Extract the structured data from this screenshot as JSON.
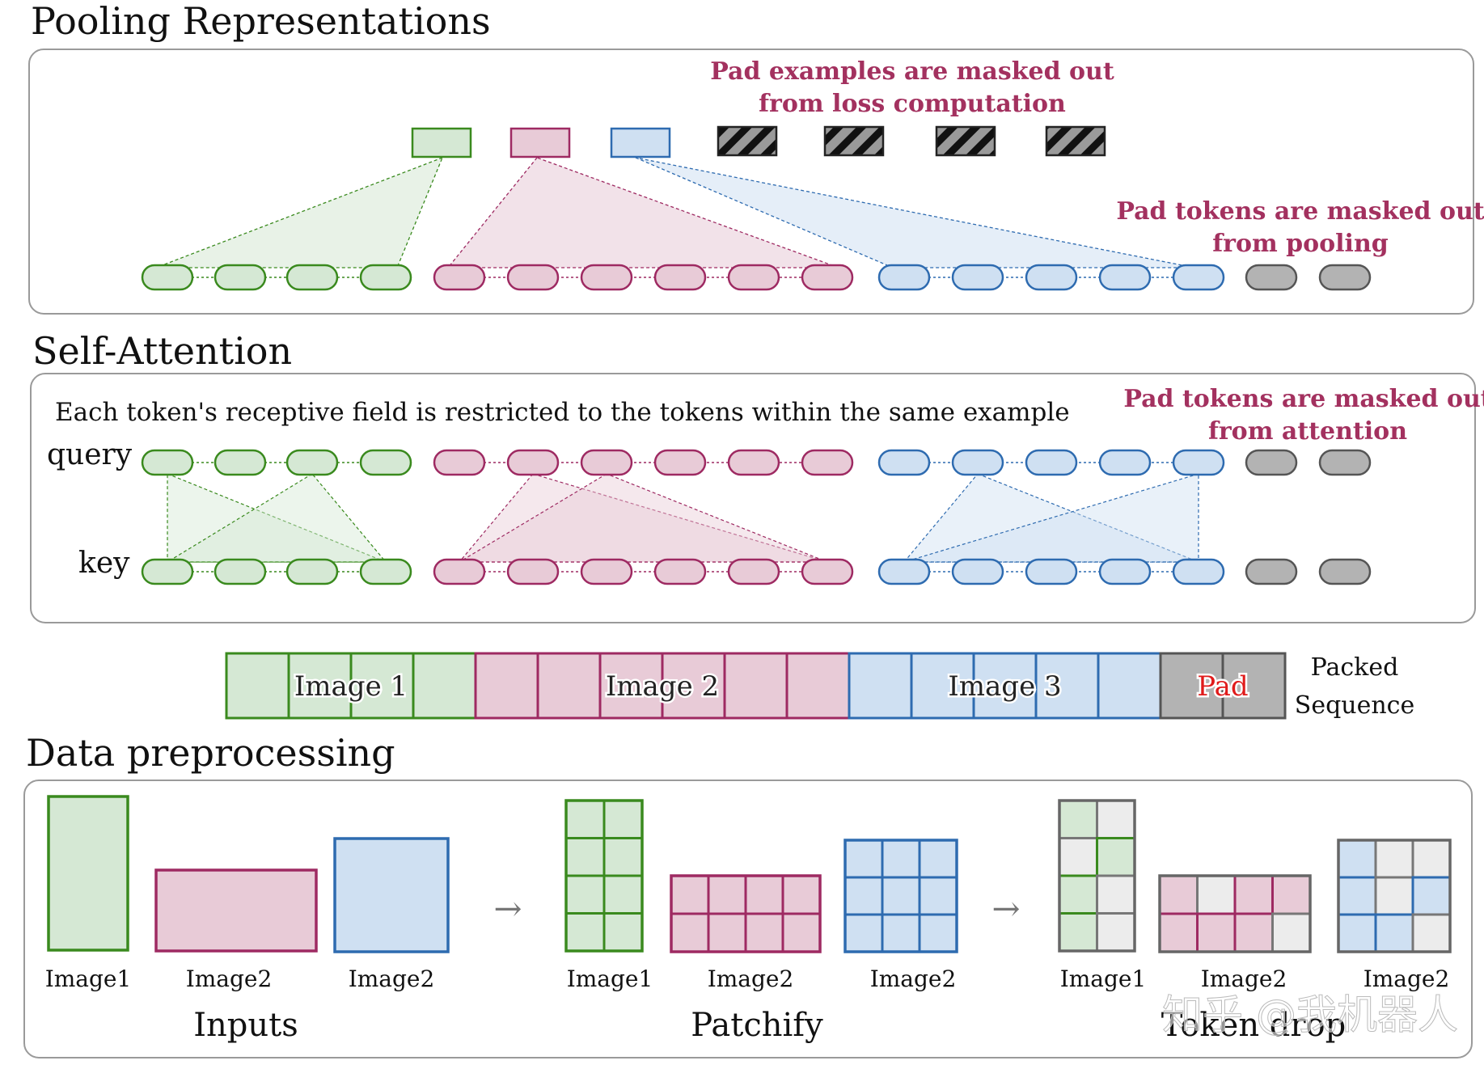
{
  "colors": {
    "green_fill": "#d5e8d4",
    "green_stroke": "#3a8a1e",
    "pink_fill": "#e8cbd7",
    "pink_stroke": "#9e2a62",
    "blue_fill": "#cfe0f2",
    "blue_stroke": "#2e6bb0",
    "gray_fill": "#b3b3b3",
    "gray_stroke": "#555555",
    "note_text": "#a3315f",
    "pad_text": "#e01b1b"
  },
  "pooling": {
    "title": "Pooling Representations",
    "note_examples_line1": "Pad examples are masked out",
    "note_examples_line2": "from loss computation",
    "note_tokens_line1": "Pad tokens are masked out",
    "note_tokens_line2": "from pooling"
  },
  "attention": {
    "title": "Self-Attention",
    "description": "Each token's receptive field is restricted to the tokens within the same example",
    "note_line1": "Pad tokens are masked out",
    "note_line2": "from attention",
    "query_label": "query",
    "key_label": "key"
  },
  "packed": {
    "segments": [
      {
        "label": "Image 1",
        "color": "green",
        "cells": 4
      },
      {
        "label": "Image 2",
        "color": "pink",
        "cells": 6
      },
      {
        "label": "Image 3",
        "color": "blue",
        "cells": 5
      },
      {
        "label": "Pad",
        "color": "gray",
        "cells": 2
      }
    ],
    "caption_line1": "Packed",
    "caption_line2": "Sequence"
  },
  "preprocessing": {
    "title": "Data preprocessing",
    "stages": [
      "Inputs",
      "Patchify",
      "Token drop"
    ],
    "inputs_labels": [
      "Image1",
      "Image2",
      "Image2"
    ],
    "patchify_labels": [
      "Image1",
      "Image2",
      "Image2"
    ],
    "tokendrop_labels": [
      "Image1",
      "Image2",
      "Image2"
    ],
    "arrow_glyph": "→"
  },
  "watermark": "知乎 @我机器人"
}
